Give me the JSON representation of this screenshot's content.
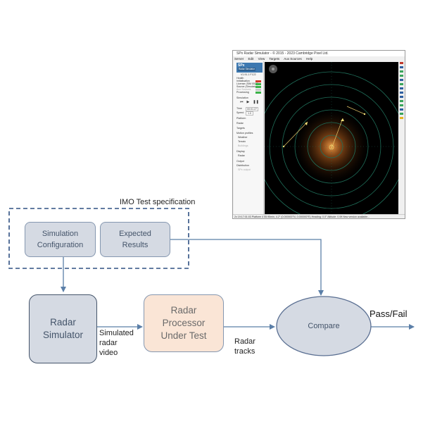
{
  "spec_label": "IMO Test specification",
  "boxes": {
    "sim_config": [
      "Simulation",
      "Configuration"
    ],
    "expected": [
      "Expected",
      "Results"
    ],
    "radar_sim": [
      "Radar",
      "Simulator"
    ],
    "processor": [
      "Radar",
      "Processor",
      "Under Test"
    ],
    "compare": "Compare"
  },
  "labels": {
    "video": [
      "Simulated",
      "radar",
      "video"
    ],
    "tracks": [
      "Radar",
      "tracks"
    ],
    "result": "Pass/Fail"
  },
  "colors": {
    "blue_box_fill": "#d5dae3",
    "blue_box_border": "#8597b0",
    "processor_fill": "#fae5d6",
    "processor_border": "#8597b0",
    "arrow": "#5b7fa8",
    "dashed_border": "#2f5082",
    "radar_rings": "#1f6f5a"
  },
  "screenshot": {
    "title": "SPx Radar Simulator - © 2015 - 2023 Cambridge Pixel Ltd.",
    "menu": [
      "Server",
      "Edit",
      "View",
      "Targets",
      "Aux Sources",
      "Help"
    ],
    "logo_line1": "SPx",
    "logo_line2": "Radar Simulator",
    "version": "V1.91.1 F122",
    "panel_rows": [
      {
        "label": "Health"
      },
      {
        "label": "Initialisation",
        "indicator": "#d23a2a"
      },
      {
        "label": "License (SIM 0537)",
        "indicator": "#3cb34a"
      },
      {
        "label": "Source (Simulator)",
        "indicator": "#3cb34a"
      },
      {
        "label": "Aux Sources",
        "indicator": "#c9c9c9"
      },
      {
        "label": "Processing",
        "indicator": "#3cb34a"
      }
    ],
    "simulation_label": "Simulation",
    "time_label": "Time",
    "time_value": "00:01:27",
    "speed_label": "Speed",
    "speed_value": "1.0",
    "scenario_items": [
      "Platform",
      "Radar",
      "Targets",
      "Motion profiles",
      "Weather",
      "Terrain",
      "Buildings",
      "Display",
      "Radar",
      "Output",
      "Distribution",
      "SPx output"
    ],
    "status": "2x 19:17:01:03    Platform 4    55.95min, 4.2° (0.000000°N, 0.000000°E)    Heading: 0.0°    Altitude: 0.0ft    New version available..."
  }
}
